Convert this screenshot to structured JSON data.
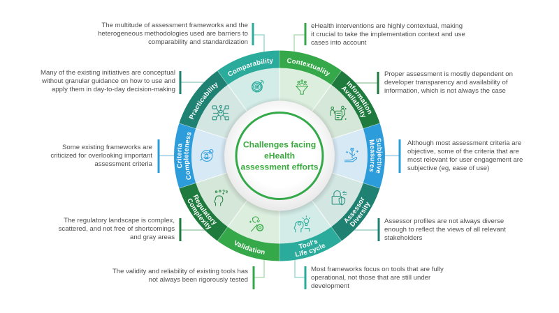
{
  "center": {
    "title_lines": [
      "Challenges facing",
      "eHealth",
      "assessment efforts"
    ],
    "ring_color": "#34a94a",
    "text_color": "#3aaa3f"
  },
  "segments": [
    {
      "id": "contextuality",
      "label_lines": [
        "Contextuality"
      ],
      "color": "#35a849",
      "tint": "#dcefdf",
      "line_color": "#a3d8a8",
      "icon_color": "#3aaa4a",
      "icon": "funnel-people-icon",
      "description_lines": [
        "eHealth interventions are highly contextual, making",
        "it crucial to take the implementation context and use",
        "cases into account"
      ]
    },
    {
      "id": "information-availability",
      "label_lines": [
        "Information",
        "Availability"
      ],
      "color": "#1e7b3d",
      "tint": "#d5e7d9",
      "line_color": "#8fc49c",
      "icon_color": "#2b8a47",
      "icon": "clipboard-people-icon",
      "description_lines": [
        "Proper assessment is mostly dependent on",
        "developer transparency and availability of",
        "information, which is not always the case"
      ]
    },
    {
      "id": "subjective-measures",
      "label_lines": [
        "Subjective",
        "Measures"
      ],
      "color": "#2d9cdb",
      "tint": "#d6e9f5",
      "line_color": "#8ac7ea",
      "icon_color": "#2d9cdb",
      "icon": "flower-hand-icon",
      "description_lines": [
        "Although most assessment criteria are",
        "objective, some of the criteria that are",
        "most relevant for user engagement are",
        "subjective (eg, ease of use)"
      ]
    },
    {
      "id": "assessor-diversity",
      "label_lines": [
        "Assessor",
        "Diversity"
      ],
      "color": "#1f8171",
      "tint": "#d3e6e2",
      "line_color": "#8cc6bd",
      "icon_color": "#2a9283",
      "icon": "lock-shield-icon",
      "description_lines": [
        "Assessor profiles are not always diverse",
        "enough to reflect the views of all relevant",
        "stakeholders"
      ]
    },
    {
      "id": "tools-life-cycle",
      "label_lines": [
        "Tool's",
        "Life cycle"
      ],
      "color": "#2aab9b",
      "tint": "#d4ece7",
      "line_color": "#8ed4ca",
      "icon_color": "#2aab9b",
      "icon": "head-bulb-icon",
      "description_lines": [
        "Most frameworks focus on tools that are fully",
        "operational, not those that are still under",
        "development"
      ]
    },
    {
      "id": "validation",
      "label_lines": [
        "Validation"
      ],
      "color": "#35a849",
      "tint": "#dcefdf",
      "line_color": "#a3d8a8",
      "icon_color": "#3aaa4a",
      "icon": "wrench-gear-icon",
      "description_lines": [
        "The validity and reliability of existing tools has",
        "not always been rigorously tested"
      ]
    },
    {
      "id": "regulatory-complexity",
      "label_lines": [
        "Regulatory",
        "Complexity"
      ],
      "color": "#1e7b3d",
      "tint": "#d5e7d9",
      "line_color": "#8fc49c",
      "icon_color": "#2b8a47",
      "icon": "head-question-icon",
      "description_lines": [
        "The regulatory landscape is complex,",
        "scattered, and not free of shortcomings",
        "and gray areas"
      ]
    },
    {
      "id": "criteria-completeness",
      "label_lines": [
        "Criteria",
        "Completeness"
      ],
      "color": "#2d9cdb",
      "tint": "#d6e9f5",
      "line_color": "#8ac7ea",
      "icon_color": "#2d9cdb",
      "icon": "brain-gears-icon",
      "description_lines": [
        "Some existing frameworks are",
        "criticized for overlooking important",
        "assessment criteria"
      ]
    },
    {
      "id": "practicability",
      "label_lines": [
        "Practicability"
      ],
      "color": "#1f8171",
      "tint": "#d3e6e2",
      "line_color": "#8cc6bd",
      "icon_color": "#2a9283",
      "icon": "network-head-icon",
      "description_lines": [
        "Many of the existing initiatives are conceptual",
        "without granular guidance on how to use and",
        "apply them in day-to-day decision-making"
      ]
    },
    {
      "id": "comparability",
      "label_lines": [
        "Comparability"
      ],
      "color": "#2aab9b",
      "tint": "#d4ece7",
      "line_color": "#8ed4ca",
      "icon_color": "#2aab9b",
      "icon": "gear-target-icon",
      "description_lines": [
        "The multitude of assessment frameworks and the",
        "heterogeneous methodologies used are barriers to",
        "comparability and standardization"
      ]
    }
  ]
}
